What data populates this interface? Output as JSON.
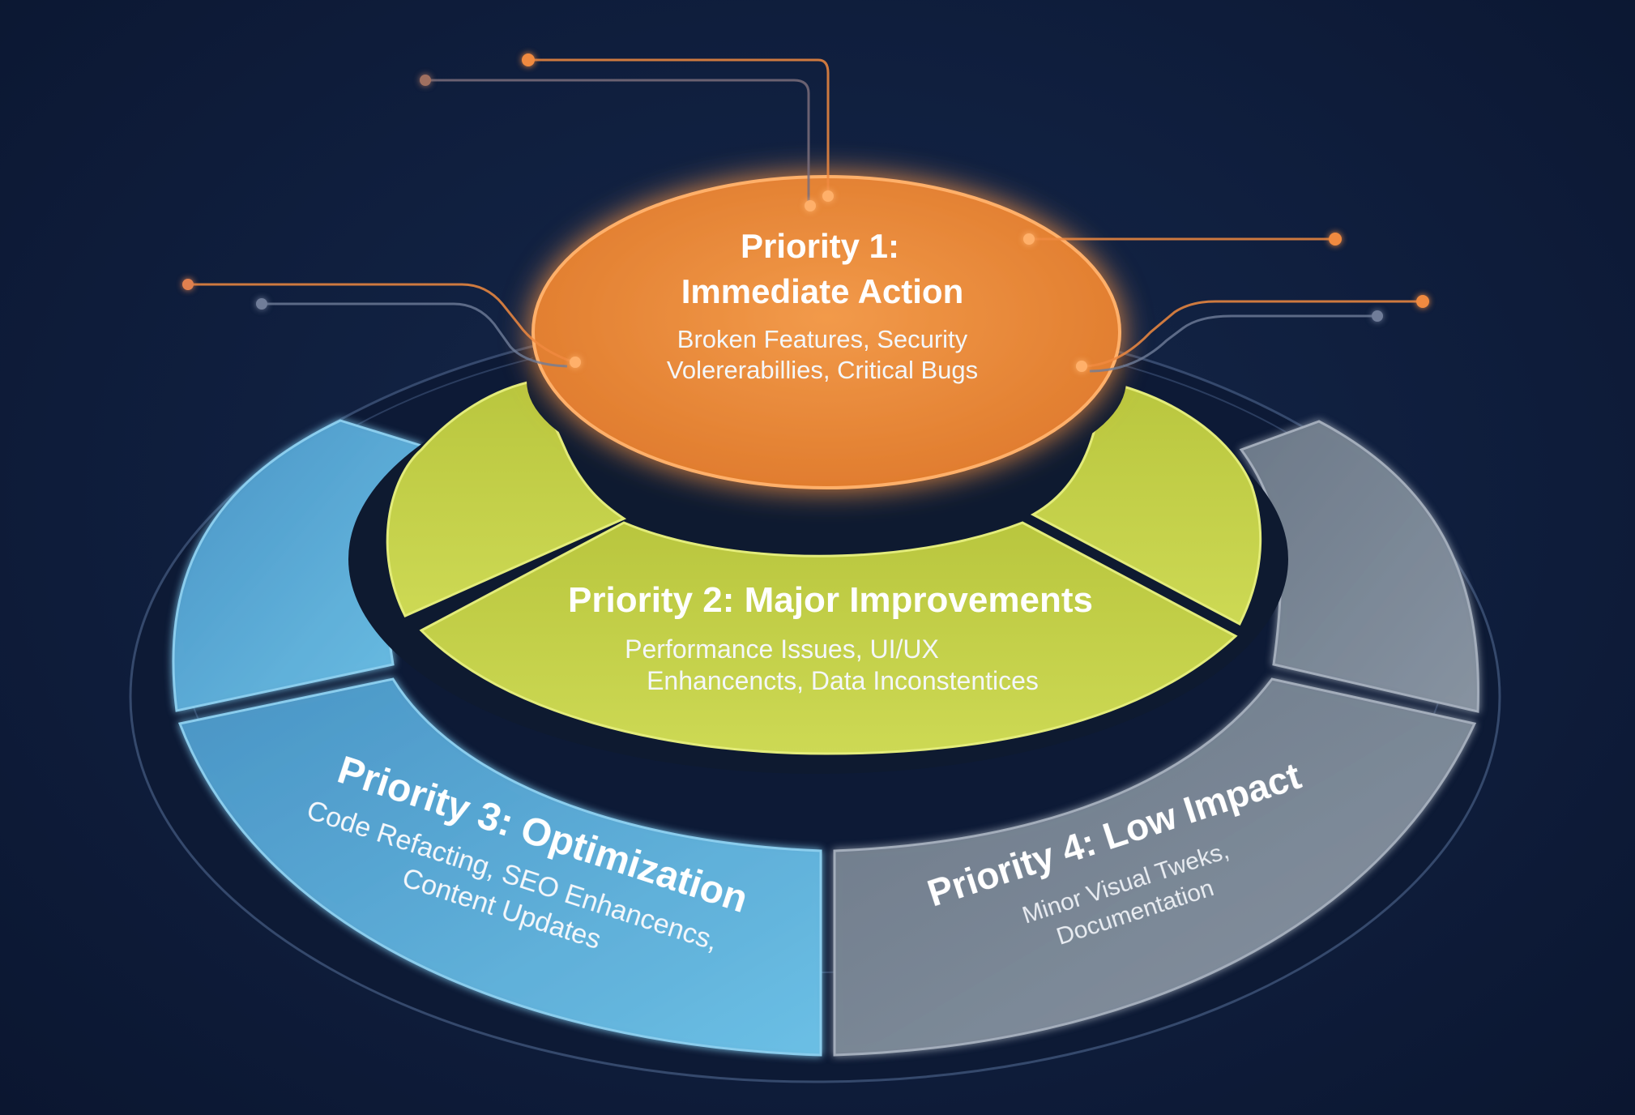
{
  "tiers": {
    "p1": {
      "title_line1": "Priority 1:",
      "title_line2": "Immediate Action",
      "desc_line1": "Broken Features, Security",
      "desc_line2": "Volererabillies, Critical Bugs",
      "color": "#ea8a3c"
    },
    "p2": {
      "title": "Priority 2: Major Improvements",
      "desc_line1": "Performance Issues, UI/UX",
      "desc_line2": "Enhancencts, Data Inconstentices",
      "color": "#c4cf4a"
    },
    "p3": {
      "title": "Priority 3: Optimization",
      "desc_line1": "Code Refacting, SEO Enhancencs,",
      "desc_line2": "Content Updates",
      "color": "#5aacd8"
    },
    "p4": {
      "title": "Priority 4: Low Impact",
      "desc_line1": "Minor Visual Tweks,",
      "desc_line2": "Documentation",
      "color": "#7b8896"
    }
  },
  "colors": {
    "background": "#0f1e3d",
    "connector_orange": "#f08a40",
    "connector_gray": "#6f7d99"
  }
}
